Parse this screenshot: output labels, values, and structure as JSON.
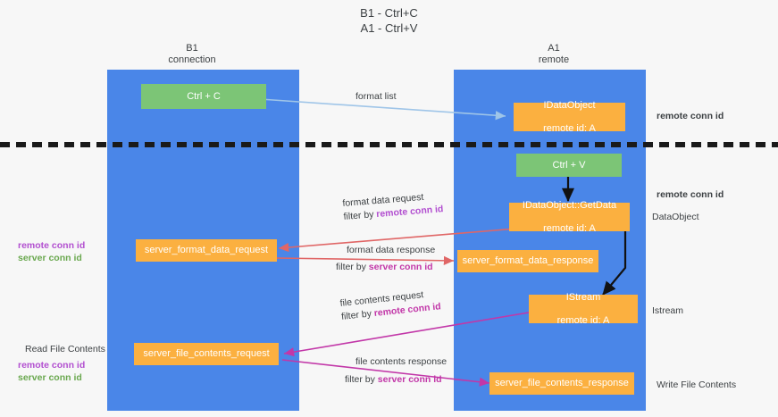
{
  "title": {
    "line1": "B1 - Ctrl+C",
    "line2": "A1 - Ctrl+V"
  },
  "columns": [
    {
      "name": "B1",
      "sub": "connection"
    },
    {
      "name": "A1",
      "sub": "remote"
    }
  ],
  "boxes": {
    "ctrl_c": "Ctrl + C",
    "ctrl_v": "Ctrl + V",
    "idataobject_l1": "IDataObject",
    "idataobject_l2": "remote id: A",
    "getdata_l1": "IDataObject::GetData",
    "getdata_l2": "remote id: A",
    "server_format_data_request": "server_format_data_request",
    "server_format_data_response": "server_format_data_response",
    "istream_l1": "IStream",
    "istream_l2": "remote id: A",
    "server_file_contents_request": "server_file_contents_request",
    "server_file_contents_response": "server_file_contents_response"
  },
  "arrow_labels": {
    "format_list": "format list",
    "format_data_request": "format data request",
    "format_data_request_filter_prefix": "filter by ",
    "format_data_request_filter_key": "remote conn id",
    "format_data_response": "format data response",
    "format_data_response_filter_prefix": "filter by ",
    "format_data_response_filter_key": "server conn id",
    "file_contents_request": "file contents request",
    "file_contents_request_filter_prefix": "filter by ",
    "file_contents_request_filter_key": "remote conn id",
    "file_contents_response": "file contents response",
    "file_contents_response_filter_prefix": "filter by ",
    "file_contents_response_filter_key": "server conn id"
  },
  "side_labels": {
    "right_remote_conn_id_top": "remote conn id",
    "right_remote_conn_id_mid": "remote conn id",
    "right_dataobject": "DataObject",
    "right_istream": "Istream",
    "right_write_file_contents": "Write File Contents",
    "left_remote_conn_id": "remote conn id",
    "left_server_conn_id": "server conn id",
    "left_read_file_contents": "Read File Contents",
    "left_remote_conn_id_2": "remote conn id",
    "left_server_conn_id_2": "server conn id"
  },
  "colors": {
    "column": "#4a86e8",
    "green_box": "#7cc576",
    "orange_box": "#fbb040",
    "purple": "#b24fd0",
    "green_text": "#6aa84f",
    "magenta": "#c237a8",
    "divider": "#1a1a1a",
    "arrow_blue": "#9fc5e8",
    "arrow_red": "#e06666",
    "arrow_black": "#111111",
    "arrow_magenta": "#c237a8",
    "background": "#f7f7f7"
  }
}
